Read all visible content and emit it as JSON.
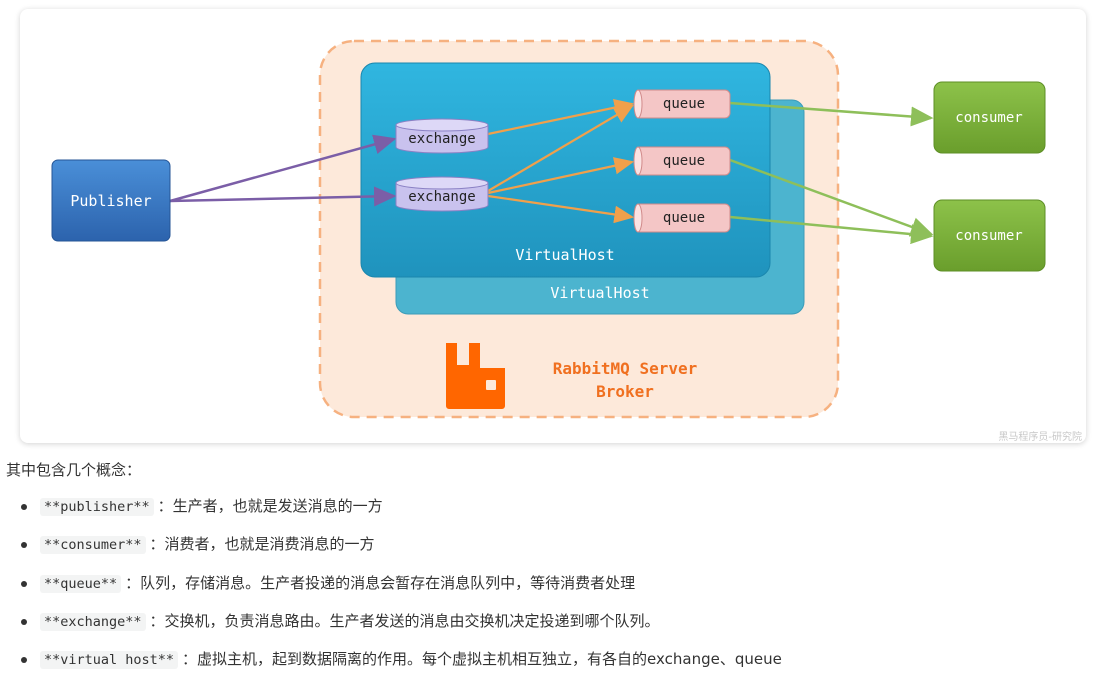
{
  "diagram": {
    "publisher_label": "Publisher",
    "exchange_labels": [
      "exchange",
      "exchange"
    ],
    "queue_labels": [
      "queue",
      "queue",
      "queue"
    ],
    "consumer_labels": [
      "consumer",
      "consumer"
    ],
    "vhost_front_label": "VirtualHost",
    "vhost_back_label": "VirtualHost",
    "server_line1": "RabbitMQ Server",
    "server_line2": "Broker",
    "watermark": "黑马程序员-研究院",
    "colors": {
      "publisher": "#3a78c4",
      "vhost_front": "#2aa6cf",
      "vhost_back": "#4cb4cf",
      "broker_fill": "#fde9da",
      "broker_border": "#f6b180",
      "exchange": "#c9c2ee",
      "queue": "#f4c6c6",
      "consumer": "#7db13a",
      "publisher_arrow": "#7b5ea7",
      "exchange_arrow": "#f0a04b",
      "consumer_arrow": "#8ebf5a",
      "rabbitmq_orange": "#ff6600"
    }
  },
  "intro": "其中包含几个概念：",
  "concepts": [
    {
      "term": "**publisher**",
      "desc": "：生产者，也就是发送消息的一方"
    },
    {
      "term": "**consumer**",
      "desc": "：消费者，也就是消费消息的一方"
    },
    {
      "term": "**queue**",
      "desc": "：队列，存储消息。生产者投递的消息会暂存在消息队列中，等待消费者处理"
    },
    {
      "term": "**exchange**",
      "desc": "：交换机，负责消息路由。生产者发送的消息由交换机决定投递到哪个队列。"
    },
    {
      "term": "**virtual host**",
      "desc": "：虚拟主机，起到数据隔离的作用。每个虚拟主机相互独立，有各自的exchange、queue"
    }
  ]
}
